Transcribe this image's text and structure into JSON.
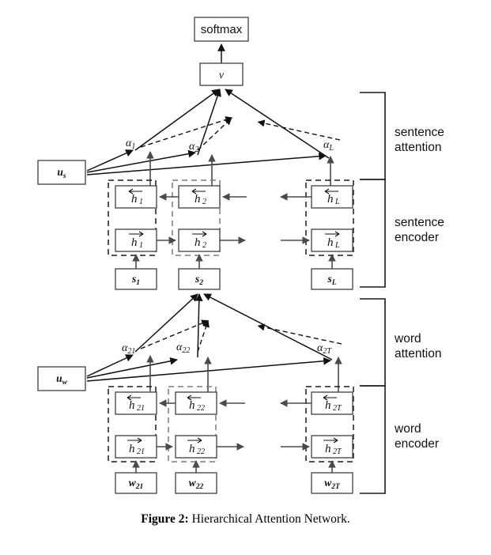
{
  "figure": {
    "caption_label": "Figure 2:",
    "caption_text": "Hierarchical Attention Network.",
    "title": "Hierarchical Attention Network"
  },
  "colors": {
    "background": "#ffffff",
    "box_stroke": "#4d4d4d",
    "edge": "#4a4a4a",
    "edge_dark": "#111111",
    "dashed_group": "#1a1a1a",
    "text": "#111111"
  },
  "top": {
    "softmax_label": "softmax",
    "doc_vector_label": "v"
  },
  "side_labels": [
    {
      "id": "sentence-attention",
      "line1": "sentence",
      "line2": "attention"
    },
    {
      "id": "sentence-encoder",
      "line1": "sentence",
      "line2": "encoder"
    },
    {
      "id": "word-attention",
      "line1": "word",
      "line2": "attention"
    },
    {
      "id": "word-encoder",
      "line1": "word",
      "line2": "encoder"
    }
  ],
  "sentence_level": {
    "context_vector": {
      "base": "u",
      "sub": "s"
    },
    "attention_weights": [
      {
        "base": "α",
        "sub": "1"
      },
      {
        "base": "α",
        "sub": "2"
      },
      {
        "base": "α",
        "sub": "L"
      }
    ],
    "backward_states": [
      {
        "base": "h",
        "sub": "1",
        "dir": "left"
      },
      {
        "base": "h",
        "sub": "2",
        "dir": "left"
      },
      {
        "base": "h",
        "sub": "L",
        "dir": "left"
      }
    ],
    "forward_states": [
      {
        "base": "h",
        "sub": "1",
        "dir": "right"
      },
      {
        "base": "h",
        "sub": "2",
        "dir": "right"
      },
      {
        "base": "h",
        "sub": "L",
        "dir": "right"
      }
    ],
    "inputs": [
      {
        "base": "s",
        "sub": "1"
      },
      {
        "base": "s",
        "sub": "2"
      },
      {
        "base": "s",
        "sub": "L"
      }
    ]
  },
  "word_level": {
    "context_vector": {
      "base": "u",
      "sub": "w"
    },
    "attention_weights": [
      {
        "base": "α",
        "sub": "21"
      },
      {
        "base": "α",
        "sub": "22"
      },
      {
        "base": "α",
        "sub": "2T"
      }
    ],
    "backward_states": [
      {
        "base": "h",
        "sub": "21",
        "dir": "left"
      },
      {
        "base": "h",
        "sub": "22",
        "dir": "left"
      },
      {
        "base": "h",
        "sub": "2T",
        "dir": "left"
      }
    ],
    "forward_states": [
      {
        "base": "h",
        "sub": "21",
        "dir": "right"
      },
      {
        "base": "h",
        "sub": "22",
        "dir": "right"
      },
      {
        "base": "h",
        "sub": "2T",
        "dir": "right"
      }
    ],
    "inputs": [
      {
        "base": "w",
        "sub": "21"
      },
      {
        "base": "w",
        "sub": "22"
      },
      {
        "base": "w",
        "sub": "2T"
      }
    ]
  }
}
